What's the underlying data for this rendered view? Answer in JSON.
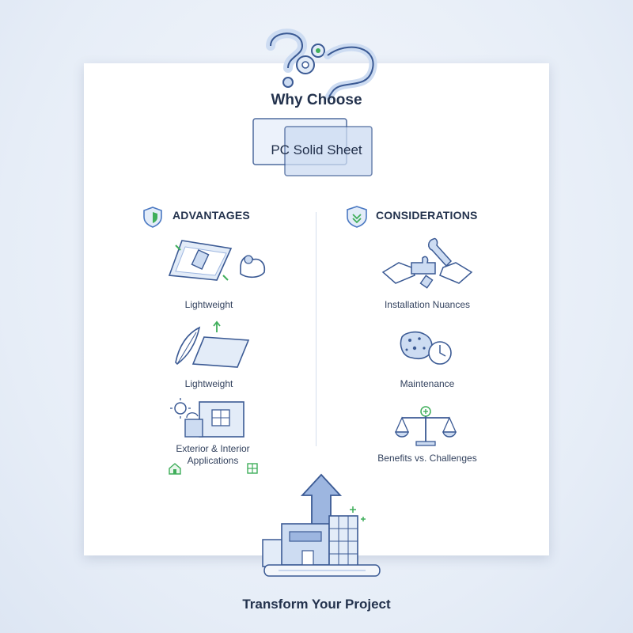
{
  "title": {
    "line1": "Why Choose",
    "line2": "PC Solid Sheet"
  },
  "advantages": {
    "heading": "ADVANTAGES",
    "items": [
      {
        "label": "Lightweight",
        "icon": "sheet-strength-icon"
      },
      {
        "label": "Lightweight",
        "icon": "feather-sheet-icon"
      },
      {
        "label": "Exterior & Interior\nApplications",
        "icon": "building-sun-icon"
      }
    ]
  },
  "considerations": {
    "heading": "CONSIDERATIONS",
    "items": [
      {
        "label": "Installation Nuances",
        "icon": "wrench-puzzle-icon"
      },
      {
        "label": "Maintenance",
        "icon": "sponge-clock-icon"
      },
      {
        "label": "Benefits vs. Challenges",
        "icon": "balance-scale-icon"
      }
    ]
  },
  "footer": "Transform Your Project",
  "colors": {
    "accent": "#4a78c2",
    "light_blue": "#cddcf2",
    "green": "#3fae5a",
    "navy": "#23324d"
  }
}
